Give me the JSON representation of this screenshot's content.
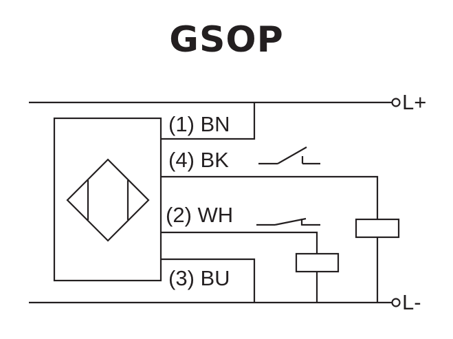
{
  "title": "GSOP",
  "wires": {
    "bn": "(1) BN",
    "bk": "(4) BK",
    "wh": "(2) WH",
    "bu": "(3) BU"
  },
  "terminals": {
    "positive": "L+",
    "negative": "L-"
  },
  "colors": {
    "line": "#231f20",
    "background": "#ffffff"
  }
}
